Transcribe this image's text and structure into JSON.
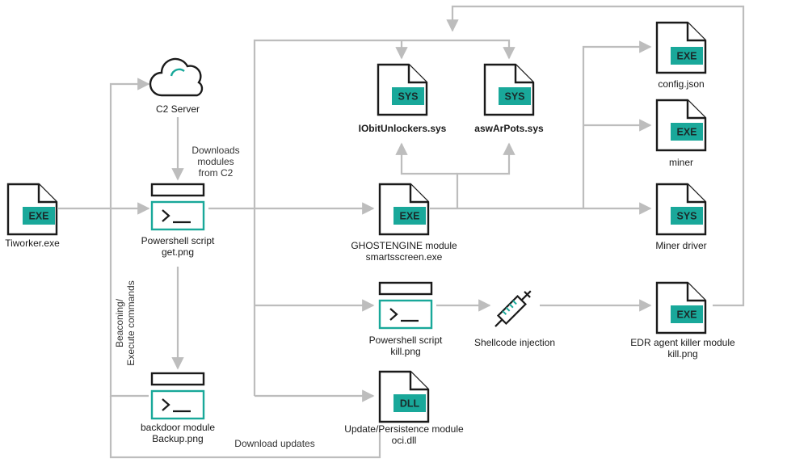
{
  "nodes": {
    "tiworker": {
      "badge": "EXE",
      "label": "Tiworker.exe"
    },
    "c2": {
      "label": "C2 Server"
    },
    "getps": {
      "label1": "Powershell script",
      "label2": "get.png"
    },
    "backdoor": {
      "label1": "backdoor module",
      "label2": "Backup.png"
    },
    "iobit": {
      "badge": "SYS",
      "label": "IObitUnlockers.sys"
    },
    "aswar": {
      "badge": "SYS",
      "label": "aswArPots.sys"
    },
    "ghost": {
      "badge": "EXE",
      "label1": "GHOSTENGINE module",
      "label2": "smartsscreen.exe"
    },
    "killps": {
      "label1": "Powershell script",
      "label2": "kill.png"
    },
    "oci": {
      "badge": "DLL",
      "label1": "Update/Persistence module",
      "label2": "oci.dll"
    },
    "shellcode": {
      "label": "Shellcode injection"
    },
    "config": {
      "badge": "EXE",
      "label": "config.json"
    },
    "miner": {
      "badge": "EXE",
      "label": "miner"
    },
    "minerdrv": {
      "badge": "SYS",
      "label": "Miner driver"
    },
    "edr": {
      "badge": "EXE",
      "label1": "EDR agent killer module",
      "label2": "kill.png"
    }
  },
  "edge_labels": {
    "downloads": [
      "Downloads",
      "modules",
      "from C2"
    ],
    "beaconing": [
      "Beaconing/",
      "Execute commands"
    ],
    "updates": "Download updates"
  },
  "colors": {
    "accent": "#19a89a",
    "line": "#bdbdbd",
    "ink": "#1a1a1a"
  }
}
